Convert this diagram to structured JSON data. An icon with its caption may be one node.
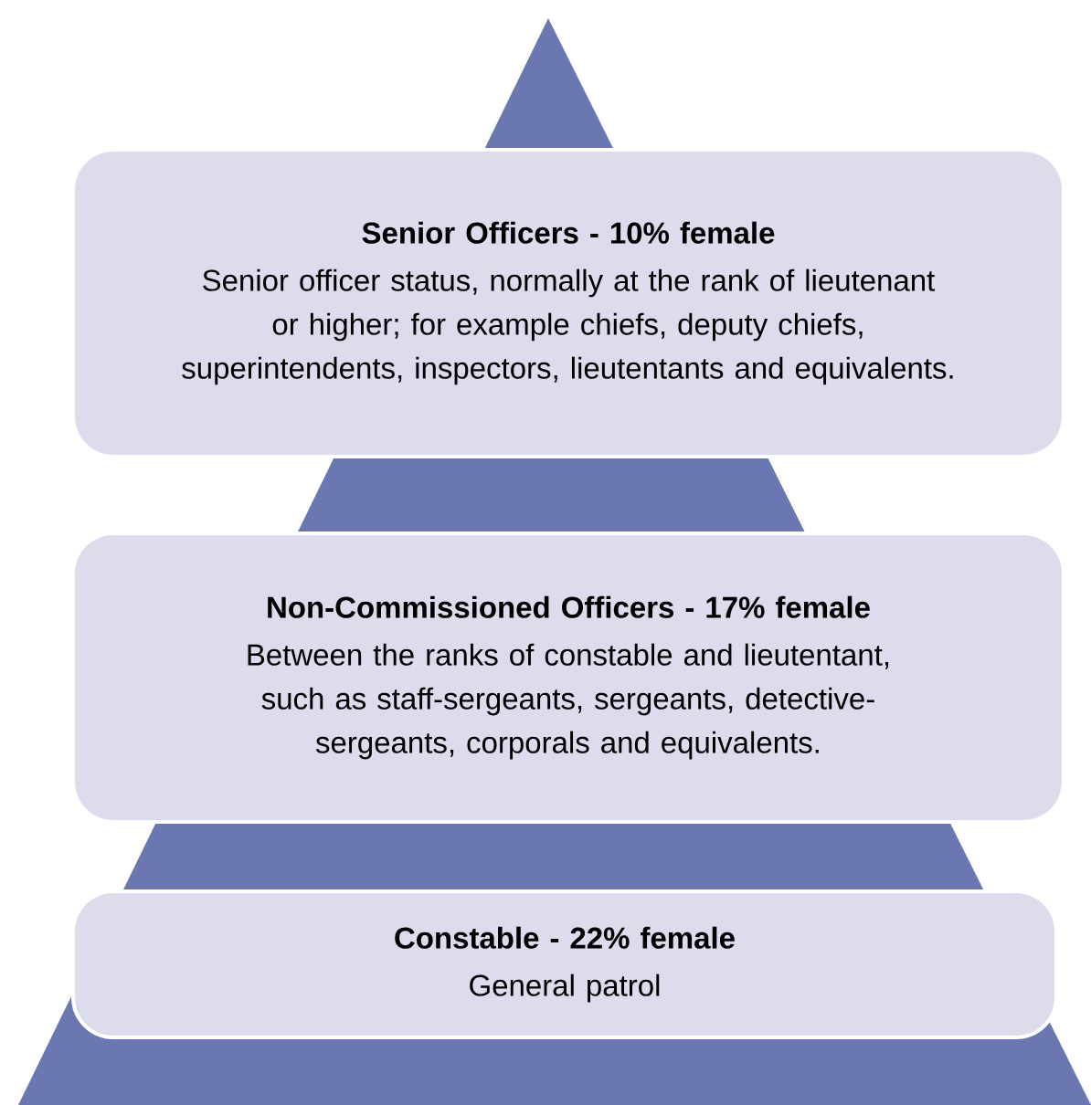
{
  "diagram": {
    "nodes": [
      {
        "text": [
          "Senior Officers - 10% female",
          "Senior officer status, normally at the rank of lieutenant or higher; for example chiefs, deputy chiefs, superintendents,  inspectors, lieutentants and equivalents."
        ]
      },
      {
        "text": [
          "Non-Commissioned Officers - 17% female",
          "Between the ranks of constable and lieutentant, such as staff-sergeants, sergeants, detective-sergeants, corporals and equivalents."
        ]
      },
      {
        "text": [
          "Constable - 22% female",
          "General patrol"
        ]
      }
    ]
  }
}
